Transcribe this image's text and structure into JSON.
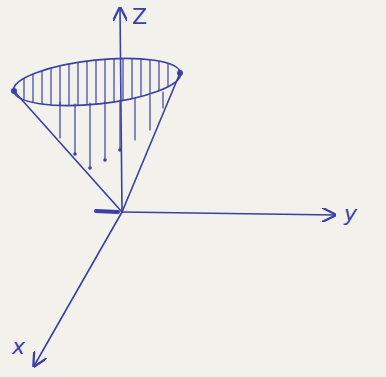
{
  "diagram": {
    "labels": [
      "Z",
      "y",
      "x"
    ]
  }
}
